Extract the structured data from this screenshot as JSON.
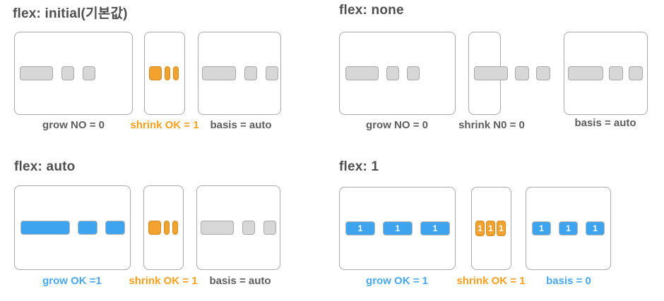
{
  "colors": {
    "title": "#4f4f4f",
    "caption_gray": "#5d5d5d",
    "caption_orange": "#f5a020",
    "caption_blue": "#4aa7ee"
  },
  "palette": {
    "gray": {
      "fill": "#d7d7d7",
      "border": "#a9a9a9"
    },
    "orange": {
      "fill": "#f2a22e",
      "border": "#cf8c21"
    },
    "blue": {
      "fill": "#3fa4ef",
      "border": "#b5b5b5"
    }
  },
  "quadrants": [
    {
      "title": "flex: initial(기본값)",
      "containers": [
        {
          "caption": "grow NO = 0",
          "caption_color": "#5d5d5d",
          "items": [
            {
              "w": 47,
              "h": 20,
              "color": "gray"
            },
            {
              "w": 18,
              "h": 20,
              "color": "gray"
            },
            {
              "w": 18,
              "h": 20,
              "color": "gray"
            }
          ]
        },
        {
          "caption": "shrink OK = 1",
          "caption_color": "#f5a020",
          "items": [
            {
              "w": 18,
              "h": 20,
              "color": "orange"
            },
            {
              "w": 8,
              "h": 20,
              "color": "orange"
            },
            {
              "w": 8,
              "h": 20,
              "color": "orange"
            }
          ]
        },
        {
          "caption": "basis = auto",
          "caption_color": "#5d5d5d",
          "items": [
            {
              "w": 48,
              "h": 20,
              "color": "gray"
            },
            {
              "w": 18,
              "h": 20,
              "color": "gray"
            },
            {
              "w": 18,
              "h": 20,
              "color": "gray"
            }
          ]
        }
      ]
    },
    {
      "title": "flex: none",
      "containers": [
        {
          "caption": "grow NO = 0",
          "caption_color": "#5d5d5d",
          "items": [
            {
              "w": 47,
              "h": 20,
              "color": "gray"
            },
            {
              "w": 18,
              "h": 20,
              "color": "gray"
            },
            {
              "w": 18,
              "h": 20,
              "color": "gray"
            }
          ]
        },
        {
          "caption": "shrink N0 = 0",
          "caption_color": "#5d5d5d",
          "items": [
            {
              "w": 48,
              "h": 20,
              "color": "gray"
            },
            {
              "w": 20,
              "h": 20,
              "color": "gray"
            },
            {
              "w": 20,
              "h": 20,
              "color": "gray"
            }
          ]
        },
        {
          "caption": "basis = auto",
          "caption_color": "#5d5d5d",
          "items": [
            {
              "w": 50,
              "h": 20,
              "color": "gray"
            },
            {
              "w": 20,
              "h": 20,
              "color": "gray"
            },
            {
              "w": 20,
              "h": 20,
              "color": "gray"
            }
          ]
        }
      ]
    },
    {
      "title": "flex: auto",
      "containers": [
        {
          "caption": "grow OK =1",
          "caption_color": "#4aa7ee",
          "items": [
            {
              "w": 70,
              "h": 20,
              "color": "blue"
            },
            {
              "w": 28,
              "h": 20,
              "color": "blue"
            },
            {
              "w": 28,
              "h": 20,
              "color": "blue"
            }
          ]
        },
        {
          "caption": "shrink OK = 1",
          "caption_color": "#f5a020",
          "items": [
            {
              "w": 18,
              "h": 20,
              "color": "orange"
            },
            {
              "w": 8,
              "h": 20,
              "color": "orange"
            },
            {
              "w": 8,
              "h": 20,
              "color": "orange"
            }
          ]
        },
        {
          "caption": "basis = auto",
          "caption_color": "#5d5d5d",
          "items": [
            {
              "w": 47,
              "h": 20,
              "color": "gray"
            },
            {
              "w": 18,
              "h": 20,
              "color": "gray"
            },
            {
              "w": 18,
              "h": 20,
              "color": "gray"
            }
          ]
        }
      ]
    },
    {
      "title": "flex: 1",
      "containers": [
        {
          "caption": "grow OK = 1",
          "caption_color": "#4aa7ee",
          "items": [
            {
              "w": 42,
              "h": 20,
              "color": "blue",
              "label": "1"
            },
            {
              "w": 42,
              "h": 20,
              "color": "blue",
              "label": "1"
            },
            {
              "w": 42,
              "h": 20,
              "color": "blue",
              "label": "1"
            }
          ]
        },
        {
          "caption": "shrink OK = 1",
          "caption_color": "#f5a020",
          "items": [
            {
              "w": 13,
              "h": 22,
              "color": "orange",
              "label": "1"
            },
            {
              "w": 13,
              "h": 22,
              "color": "orange",
              "label": "1"
            },
            {
              "w": 13,
              "h": 22,
              "color": "orange",
              "label": "1"
            }
          ]
        },
        {
          "caption": "basis = 0",
          "caption_color": "#4aa7ee",
          "items": [
            {
              "w": 27,
              "h": 20,
              "color": "blue",
              "label": "1"
            },
            {
              "w": 27,
              "h": 20,
              "color": "blue",
              "label": "1"
            },
            {
              "w": 27,
              "h": 20,
              "color": "blue",
              "label": "1"
            }
          ]
        }
      ]
    }
  ]
}
